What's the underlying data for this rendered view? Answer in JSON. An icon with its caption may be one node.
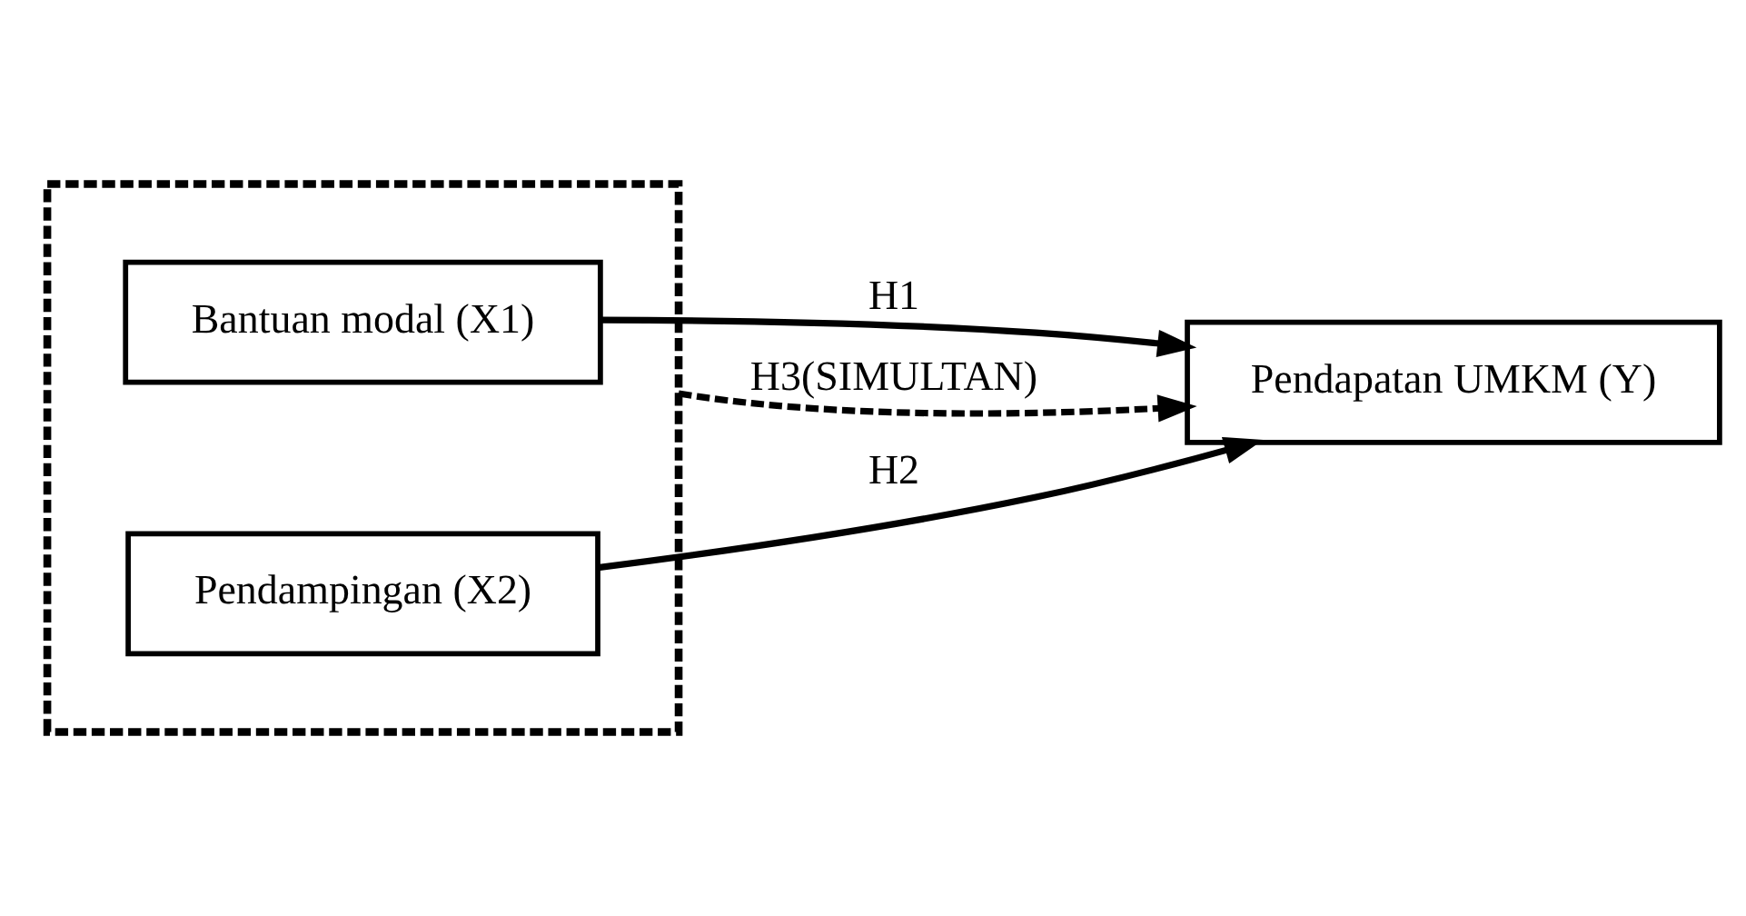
{
  "diagram": {
    "nodes": [
      {
        "text": [],
        "shape": "box"
      },
      {
        "text": [
          "Bantuan modal (X1)"
        ],
        "in": 0
      },
      {
        "text": [
          "Pendampingan (X2)"
        ],
        "in": 0
      },
      {
        "text": [
          "Pendapatan UMKM (Y)"
        ]
      }
    ],
    "edges": [
      {
        "from": 1,
        "to": 3,
        "arrow": "to",
        "label": "H1"
      },
      {
        "from": 2,
        "to": 3,
        "arrow": "to",
        "label": "H2"
      },
      {
        "from": 0,
        "to": 3,
        "arrow": "to",
        "label": "H3(SIMULTAN)",
        "style": "dashed"
      }
    ]
  }
}
